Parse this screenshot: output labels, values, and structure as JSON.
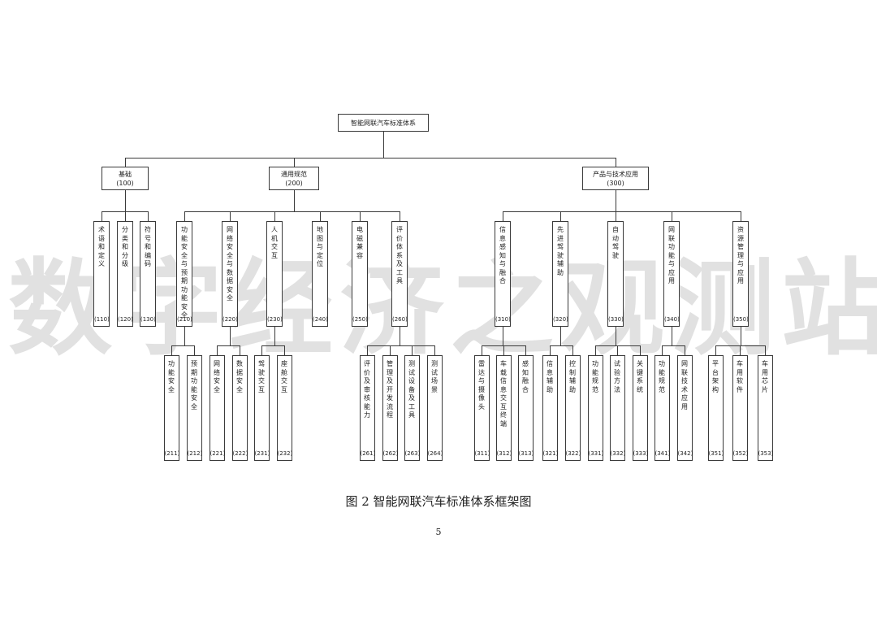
{
  "root": {
    "label": "智能网联汽车标准体系"
  },
  "level1": [
    {
      "label": "基础",
      "code": "(100)"
    },
    {
      "label": "通用规范",
      "code": "(200)"
    },
    {
      "label": "产品与技术应用",
      "code": "(300)"
    }
  ],
  "level2": [
    {
      "label": "术语和定义",
      "code": "(110)"
    },
    {
      "label": "分类和分级",
      "code": "(120)"
    },
    {
      "label": "符号和编码",
      "code": "(130)"
    },
    {
      "label": "功能安全与预期功能安全",
      "code": "(210)"
    },
    {
      "label": "网络安全与数据安全",
      "code": "(220)"
    },
    {
      "label": "人机交互",
      "code": "(230)"
    },
    {
      "label": "地图与定位",
      "code": "(240)"
    },
    {
      "label": "电磁兼容",
      "code": "(250)"
    },
    {
      "label": "评价体系及工具",
      "code": "(260)"
    },
    {
      "label": "信息感知与融合",
      "code": "(310)"
    },
    {
      "label": "先进驾驶辅助",
      "code": "(320)"
    },
    {
      "label": "自动驾驶",
      "code": "(330)"
    },
    {
      "label": "网联功能与应用",
      "code": "(340)"
    },
    {
      "label": "资源管理与应用",
      "code": "(350)"
    }
  ],
  "level3": [
    {
      "label": "功能安全",
      "code": "(211)"
    },
    {
      "label": "预期功能安全",
      "code": "(212)"
    },
    {
      "label": "网络安全",
      "code": "(221)"
    },
    {
      "label": "数据安全",
      "code": "(222)"
    },
    {
      "label": "驾驶交互",
      "code": "(231)"
    },
    {
      "label": "座舱交互",
      "code": "(232)"
    },
    {
      "label": "评价及审核能力",
      "code": "(261)"
    },
    {
      "label": "管理及开发流程",
      "code": "(262)"
    },
    {
      "label": "测试设备及工具",
      "code": "(263)"
    },
    {
      "label": "测试场景",
      "code": "(264)"
    },
    {
      "label": "雷达与摄像头",
      "code": "(311)"
    },
    {
      "label": "车载信息交互终端",
      "code": "(312)"
    },
    {
      "label": "感知融合",
      "code": "(313)"
    },
    {
      "label": "信息辅助",
      "code": "(321)"
    },
    {
      "label": "控制辅助",
      "code": "(322)"
    },
    {
      "label": "功能规范",
      "code": "(331)"
    },
    {
      "label": "试验方法",
      "code": "(332)"
    },
    {
      "label": "关键系统",
      "code": "(333)"
    },
    {
      "label": "功能规范",
      "code": "(341)"
    },
    {
      "label": "网联技术应用",
      "code": "(342)"
    },
    {
      "label": "平台架构",
      "code": "(351)"
    },
    {
      "label": "车用软件",
      "code": "(352)"
    },
    {
      "label": "车用芯片",
      "code": "(353)"
    }
  ],
  "watermark": "数字经济之观测站",
  "caption": "图 2  智能网联汽车标准体系框架图",
  "page_number": "5"
}
